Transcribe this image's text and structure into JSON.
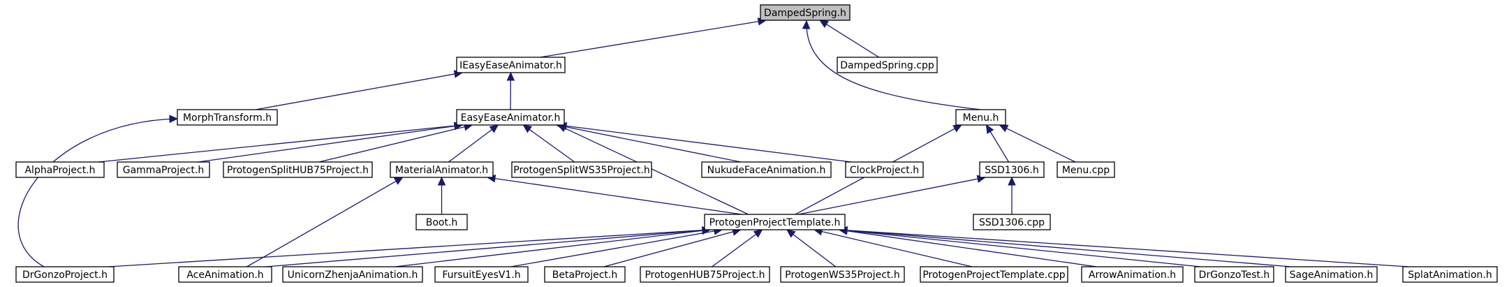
{
  "graph": {
    "nodes": [
      {
        "id": "damped_h",
        "label": "DampedSpring.h",
        "root": true
      },
      {
        "id": "ieasy",
        "label": "IEasyEaseAnimator.h"
      },
      {
        "id": "damped_cpp",
        "label": "DampedSpring.cpp"
      },
      {
        "id": "morph",
        "label": "MorphTransform.h"
      },
      {
        "id": "easy",
        "label": "EasyEaseAnimator.h"
      },
      {
        "id": "menu_h",
        "label": "Menu.h"
      },
      {
        "id": "alpha",
        "label": "AlphaProject.h"
      },
      {
        "id": "gamma",
        "label": "GammaProject.h"
      },
      {
        "id": "psh75",
        "label": "ProtogenSplitHUB75Project.h"
      },
      {
        "id": "material",
        "label": "MaterialAnimator.h"
      },
      {
        "id": "psws35",
        "label": "ProtogenSplitWS35Project.h"
      },
      {
        "id": "nukude",
        "label": "NukudeFaceAnimation.h"
      },
      {
        "id": "clock",
        "label": "ClockProject.h"
      },
      {
        "id": "ssd_h",
        "label": "SSD1306.h"
      },
      {
        "id": "menu_cpp",
        "label": "Menu.cpp"
      },
      {
        "id": "boot",
        "label": "Boot.h"
      },
      {
        "id": "ppt_h",
        "label": "ProtogenProjectTemplate.h"
      },
      {
        "id": "ssd_cpp",
        "label": "SSD1306.cpp"
      },
      {
        "id": "drgonzo",
        "label": "DrGonzoProject.h"
      },
      {
        "id": "ace",
        "label": "AceAnimation.h"
      },
      {
        "id": "unicorn",
        "label": "UnicornZhenjaAnimation.h"
      },
      {
        "id": "fursuit",
        "label": "FursuitEyesV1.h"
      },
      {
        "id": "beta",
        "label": "BetaProject.h"
      },
      {
        "id": "phub75",
        "label": "ProtogenHUB75Project.h"
      },
      {
        "id": "pws35",
        "label": "ProtogenWS35Project.h"
      },
      {
        "id": "ppt_cpp",
        "label": "ProtogenProjectTemplate.cpp"
      },
      {
        "id": "arrow_anim",
        "label": "ArrowAnimation.h"
      },
      {
        "id": "drgonzotest",
        "label": "DrGonzoTest.h"
      },
      {
        "id": "sage",
        "label": "SageAnimation.h"
      },
      {
        "id": "splat",
        "label": "SplatAnimation.h"
      }
    ],
    "edges": [
      [
        "ieasy",
        "damped_h"
      ],
      [
        "damped_cpp",
        "damped_h"
      ],
      [
        "menu_h",
        "damped_h"
      ],
      [
        "morph",
        "ieasy"
      ],
      [
        "easy",
        "ieasy"
      ],
      [
        "drgonzo",
        "morph"
      ],
      [
        "alpha",
        "easy"
      ],
      [
        "gamma",
        "easy"
      ],
      [
        "psh75",
        "easy"
      ],
      [
        "material",
        "easy"
      ],
      [
        "psws35",
        "easy"
      ],
      [
        "nukude",
        "easy"
      ],
      [
        "clock",
        "easy"
      ],
      [
        "ppt_h",
        "easy"
      ],
      [
        "ppt_h",
        "menu_h"
      ],
      [
        "ssd_h",
        "menu_h"
      ],
      [
        "menu_cpp",
        "menu_h"
      ],
      [
        "ace",
        "material"
      ],
      [
        "boot",
        "material"
      ],
      [
        "ppt_h",
        "material"
      ],
      [
        "ppt_h",
        "ssd_h"
      ],
      [
        "ssd_cpp",
        "ssd_h"
      ],
      [
        "drgonzo",
        "ppt_h"
      ],
      [
        "ace",
        "ppt_h"
      ],
      [
        "unicorn",
        "ppt_h"
      ],
      [
        "fursuit",
        "ppt_h"
      ],
      [
        "beta",
        "ppt_h"
      ],
      [
        "phub75",
        "ppt_h"
      ],
      [
        "pws35",
        "ppt_h"
      ],
      [
        "ppt_cpp",
        "ppt_h"
      ],
      [
        "arrow_anim",
        "ppt_h"
      ],
      [
        "drgonzotest",
        "ppt_h"
      ],
      [
        "sage",
        "ppt_h"
      ],
      [
        "splat",
        "ppt_h"
      ]
    ]
  }
}
